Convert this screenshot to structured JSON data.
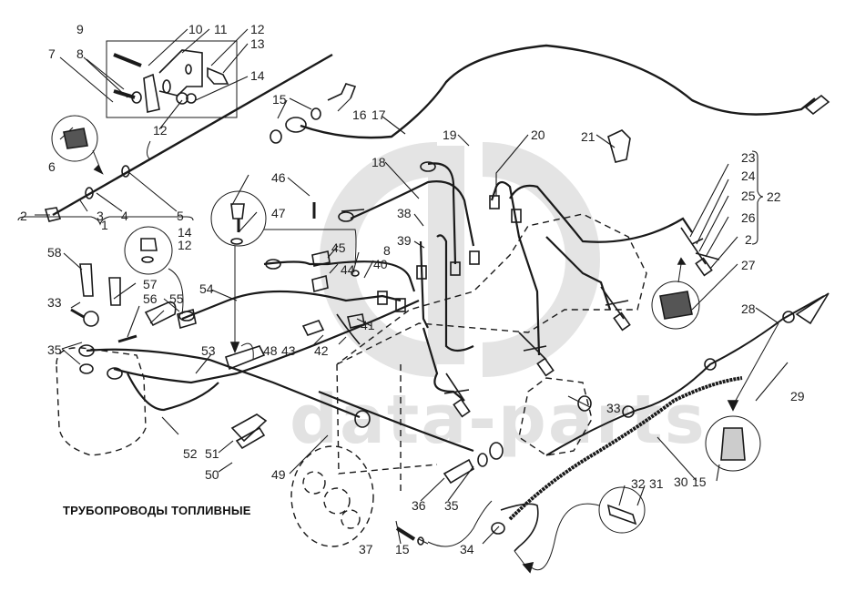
{
  "title": "ТРУБОПРОВОДЫ ТОПЛИВНЫЕ",
  "watermark": "data-parts",
  "colors": {
    "line": "#1a1a1a",
    "watermark": "#e2e2e2",
    "background": "#ffffff"
  },
  "callouts": [
    {
      "id": "c1",
      "text": "1"
    },
    {
      "id": "c2a",
      "text": "2"
    },
    {
      "id": "c3",
      "text": "3"
    },
    {
      "id": "c4",
      "text": "4"
    },
    {
      "id": "c5",
      "text": "5"
    },
    {
      "id": "c6",
      "text": "6"
    },
    {
      "id": "c7",
      "text": "7"
    },
    {
      "id": "c8a",
      "text": "8"
    },
    {
      "id": "c9",
      "text": "9"
    },
    {
      "id": "c10",
      "text": "10"
    },
    {
      "id": "c11",
      "text": "11"
    },
    {
      "id": "c12a",
      "text": "12"
    },
    {
      "id": "c13",
      "text": "13"
    },
    {
      "id": "c14a",
      "text": "14"
    },
    {
      "id": "c12b",
      "text": "12"
    },
    {
      "id": "c15a",
      "text": "15"
    },
    {
      "id": "c16",
      "text": "16"
    },
    {
      "id": "c17",
      "text": "17"
    },
    {
      "id": "c18",
      "text": "18"
    },
    {
      "id": "c19",
      "text": "19"
    },
    {
      "id": "c20",
      "text": "20"
    },
    {
      "id": "c21",
      "text": "21"
    },
    {
      "id": "c22",
      "text": "22"
    },
    {
      "id": "c23",
      "text": "23"
    },
    {
      "id": "c24",
      "text": "24"
    },
    {
      "id": "c25",
      "text": "25"
    },
    {
      "id": "c26",
      "text": "26"
    },
    {
      "id": "c2b",
      "text": "2"
    },
    {
      "id": "c27",
      "text": "27"
    },
    {
      "id": "c28",
      "text": "28"
    },
    {
      "id": "c29",
      "text": "29"
    },
    {
      "id": "c30",
      "text": "30"
    },
    {
      "id": "c15b",
      "text": "15"
    },
    {
      "id": "c31",
      "text": "31"
    },
    {
      "id": "c32",
      "text": "32"
    },
    {
      "id": "c33a",
      "text": "33"
    },
    {
      "id": "c34",
      "text": "34"
    },
    {
      "id": "c35a",
      "text": "35"
    },
    {
      "id": "c36",
      "text": "36"
    },
    {
      "id": "c37",
      "text": "37"
    },
    {
      "id": "c15c",
      "text": "15"
    },
    {
      "id": "c38",
      "text": "38"
    },
    {
      "id": "c39",
      "text": "39"
    },
    {
      "id": "c40",
      "text": "40"
    },
    {
      "id": "c41",
      "text": "41"
    },
    {
      "id": "c42",
      "text": "42"
    },
    {
      "id": "c43",
      "text": "43"
    },
    {
      "id": "c44",
      "text": "44"
    },
    {
      "id": "c45",
      "text": "45"
    },
    {
      "id": "c8b",
      "text": "8"
    },
    {
      "id": "c46",
      "text": "46"
    },
    {
      "id": "c47",
      "text": "47"
    },
    {
      "id": "c48",
      "text": "48"
    },
    {
      "id": "c49",
      "text": "49"
    },
    {
      "id": "c50",
      "text": "50"
    },
    {
      "id": "c51",
      "text": "51"
    },
    {
      "id": "c52",
      "text": "52"
    },
    {
      "id": "c53",
      "text": "53"
    },
    {
      "id": "c54",
      "text": "54"
    },
    {
      "id": "c55",
      "text": "55"
    },
    {
      "id": "c56",
      "text": "56"
    },
    {
      "id": "c57",
      "text": "57"
    },
    {
      "id": "c14b",
      "text": "14"
    },
    {
      "id": "c12c",
      "text": "12"
    },
    {
      "id": "c58",
      "text": "58"
    },
    {
      "id": "c33b",
      "text": "33"
    },
    {
      "id": "c35b",
      "text": "35"
    }
  ]
}
